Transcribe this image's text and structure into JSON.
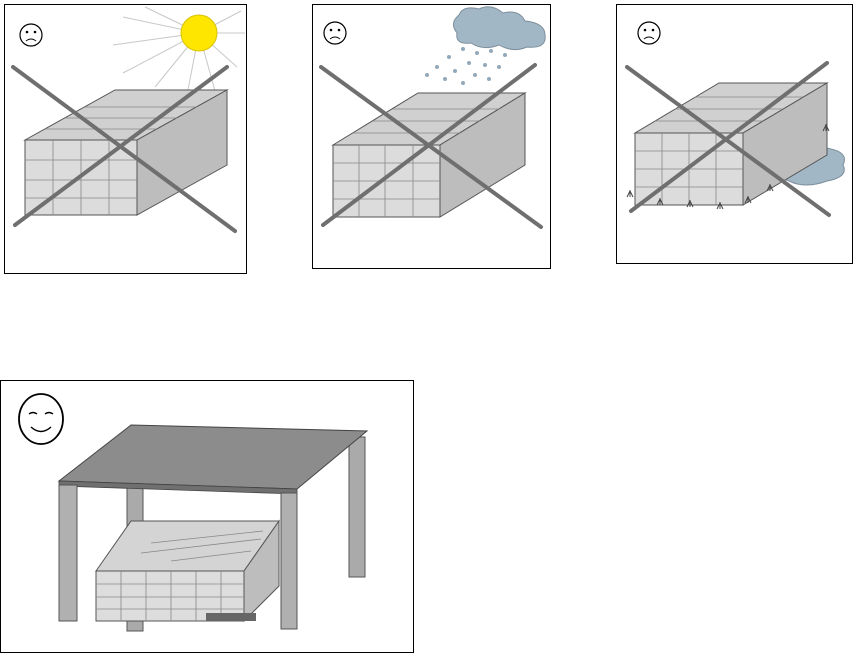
{
  "panels": [
    {
      "id": "sun",
      "verdict": "bad",
      "face": "sad-face-icon",
      "hazard": "sun-icon"
    },
    {
      "id": "rain",
      "verdict": "bad",
      "face": "sad-face-icon",
      "hazard": "rain-cloud-icon"
    },
    {
      "id": "ground",
      "verdict": "bad",
      "face": "sad-face-icon",
      "hazard": "ground-puddle-icon"
    },
    {
      "id": "roof",
      "verdict": "good",
      "face": "happy-face-icon",
      "hazard": "roof-shelter-icon"
    }
  ],
  "colors": {
    "sun": "#ffe600",
    "cloud": "#a2b7c6",
    "lumber": "#c8c8c8",
    "roof": "#8c8c8c",
    "cross": "#6f6f6f",
    "outline": "#000000"
  }
}
